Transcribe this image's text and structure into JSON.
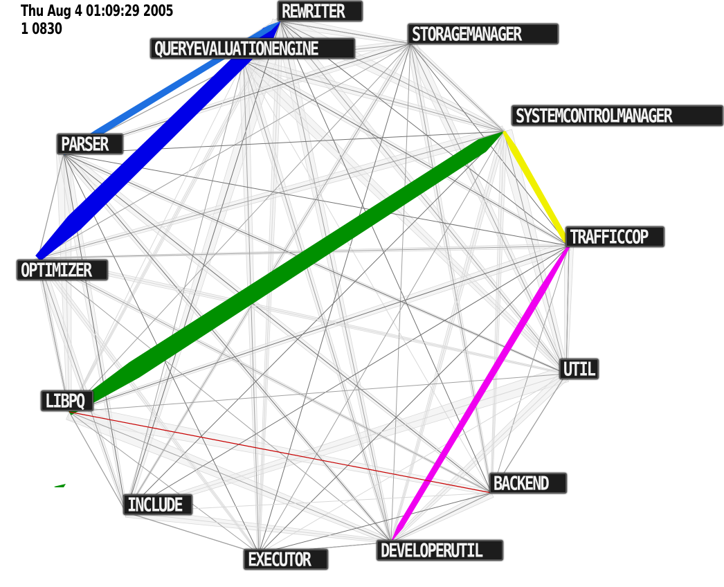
{
  "header": {
    "date": "Thu Aug  4 01:09:29 2005",
    "count": "1 0830"
  },
  "nodes": [
    {
      "id": "rewriter",
      "label": "REWRITER"
    },
    {
      "id": "storagemanager",
      "label": "STORAGEMANAGER"
    },
    {
      "id": "queryevaluationengine",
      "label": "QUERYEVALUATIONENGINE"
    },
    {
      "id": "systemcontrolmanager",
      "label": "SYSTEMCONTROLMANAGER"
    },
    {
      "id": "parser",
      "label": "PARSER"
    },
    {
      "id": "trafficcop",
      "label": "TRAFFICCOP"
    },
    {
      "id": "optimizer",
      "label": "OPTIMIZER"
    },
    {
      "id": "util",
      "label": "UTIL"
    },
    {
      "id": "libpq",
      "label": "LIBPQ"
    },
    {
      "id": "backend",
      "label": "BACKEND"
    },
    {
      "id": "include",
      "label": "INCLUDE"
    },
    {
      "id": "developerutil",
      "label": "DEVELOPERUTIL"
    },
    {
      "id": "executor",
      "label": "EXECUTOR"
    }
  ],
  "highlighted_edges": [
    {
      "from": "libpq",
      "to": "systemcontrolmanager",
      "color": "#009000",
      "weight": "heavy"
    },
    {
      "from": "optimizer",
      "to": "rewriter",
      "color": "#0000e8",
      "weight": "heavy"
    },
    {
      "from": "parser",
      "to": "rewriter",
      "color": "#1e6fe0",
      "weight": "medium"
    },
    {
      "from": "systemcontrolmanager",
      "to": "trafficcop",
      "color": "#f0f000",
      "weight": "medium"
    },
    {
      "from": "trafficcop",
      "to": "developerutil",
      "color": "#f000f0",
      "weight": "medium"
    },
    {
      "from": "libpq",
      "to": "backend",
      "color": "#cc0000",
      "weight": "thin"
    }
  ],
  "edge_colors": {
    "gray_dark": "#707070",
    "gray_mid": "#a0a0a0",
    "gray_light": "#d8d8d8",
    "band_fill": "#ececec"
  }
}
